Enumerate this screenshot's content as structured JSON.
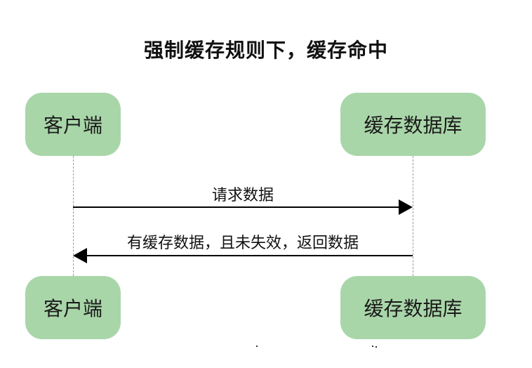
{
  "title": "强制缓存规则下，缓存命中",
  "participants": {
    "client": {
      "label": "客户端"
    },
    "cache": {
      "label": "缓存数据库"
    }
  },
  "messages": [
    {
      "from": "client",
      "to": "cache",
      "label": "请求数据"
    },
    {
      "from": "cache",
      "to": "client",
      "label": "有缓存数据，且未失效，返回数据"
    }
  ],
  "colors": {
    "node_fill": "#a9d6a9",
    "line": "#000000",
    "lifeline": "#9a9a9a"
  }
}
